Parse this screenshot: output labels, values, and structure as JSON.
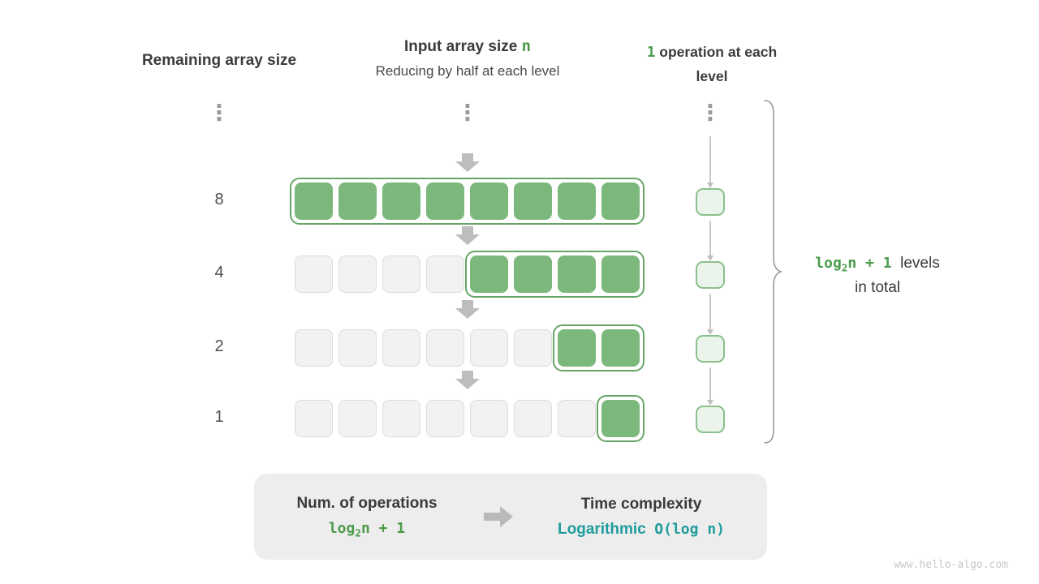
{
  "headers": {
    "left": "Remaining array size",
    "center_title_prefix": "Input array size ",
    "center_title_n": "n",
    "center_subtitle": "Reducing by half at each level",
    "right_highlight": "1",
    "right_rest": " operation at each level"
  },
  "ellipsis_glyph": "⋮",
  "diagram": {
    "rows": [
      {
        "label": "8",
        "total_cells": 8,
        "highlighted_cells": 8
      },
      {
        "label": "4",
        "total_cells": 8,
        "highlighted_cells": 4
      },
      {
        "label": "2",
        "total_cells": 8,
        "highlighted_cells": 2
      },
      {
        "label": "1",
        "total_cells": 8,
        "highlighted_cells": 1
      }
    ]
  },
  "brace": {
    "formula_log": "log",
    "formula_sub": "2",
    "formula_rest": "n + 1",
    "label_line1": "levels",
    "label_line2": "in total"
  },
  "summary": {
    "operations_title": "Num. of operations",
    "operations_log": "log",
    "operations_sub": "2",
    "operations_rest": "n + 1",
    "complexity_title": "Time complexity",
    "complexity_word": "Logarithmic",
    "complexity_big_o": "O(log n)"
  },
  "watermark": "www.hello-algo.com",
  "colors": {
    "accent_green": "#4c9b4c",
    "cell_green": "#7cb87c",
    "empty_cell_gray": "#f2f2f2",
    "teal": "#209c9c",
    "arrow_gray": "#bdbdbd",
    "summary_bg": "#ededed"
  }
}
